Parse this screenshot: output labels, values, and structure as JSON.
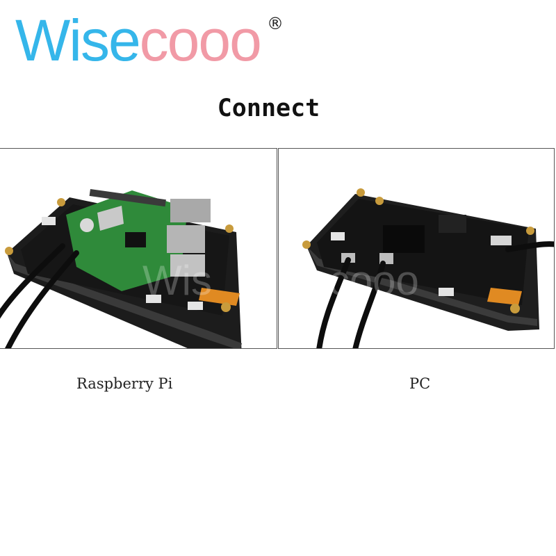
{
  "brand": {
    "name_part1": "Wise",
    "name_part2": "cooo",
    "registered_mark": "®",
    "colors": {
      "primary": "#35b6ea",
      "secondary": "#f19aa6"
    }
  },
  "title": "Connect",
  "panels": [
    {
      "caption": "Raspberry Pi"
    },
    {
      "caption": "PC"
    }
  ]
}
